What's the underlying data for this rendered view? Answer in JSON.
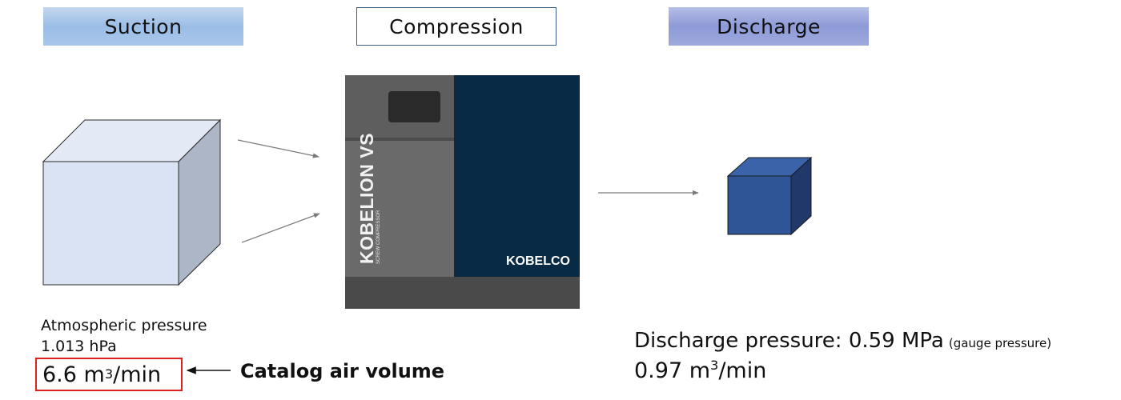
{
  "stages": {
    "suction": "Suction",
    "compression": "Compression",
    "discharge": "Discharge"
  },
  "suction": {
    "condition_label": "Atmospheric pressure",
    "condition_value": "1.013 hPa",
    "flow_value": "6.6 m",
    "flow_exp": "3",
    "flow_unit": "/min",
    "catalog_label": "Catalog air volume"
  },
  "compressor": {
    "model_text": "KOBELION VS",
    "sub_text": "SCREW COMPRESSOR",
    "brand_text": "KOBELCO"
  },
  "discharge": {
    "pressure_label": "Discharge pressure: 0.59 MPa",
    "pressure_note": "(gauge pressure)",
    "flow_value": "0.97 m",
    "flow_exp": "3",
    "flow_unit": "/min"
  },
  "colors": {
    "large_cube_front": "#dae3f3",
    "large_cube_top": "#e3eaf6",
    "large_cube_side": "#adb6c6",
    "small_cube_front": "#2f5597",
    "small_cube_top": "#3a63aa",
    "small_cube_side": "#20386a",
    "compressor_panel": "#6a6a6a",
    "compressor_door": "#082a45",
    "compressor_base": "#4a4a4a",
    "highlight_box": "#e02020"
  },
  "icons": {
    "inlet_arrow": "arrow-right-icon",
    "outlet_arrow": "arrow-right-icon",
    "catalog_arrow": "arrow-left-icon"
  }
}
